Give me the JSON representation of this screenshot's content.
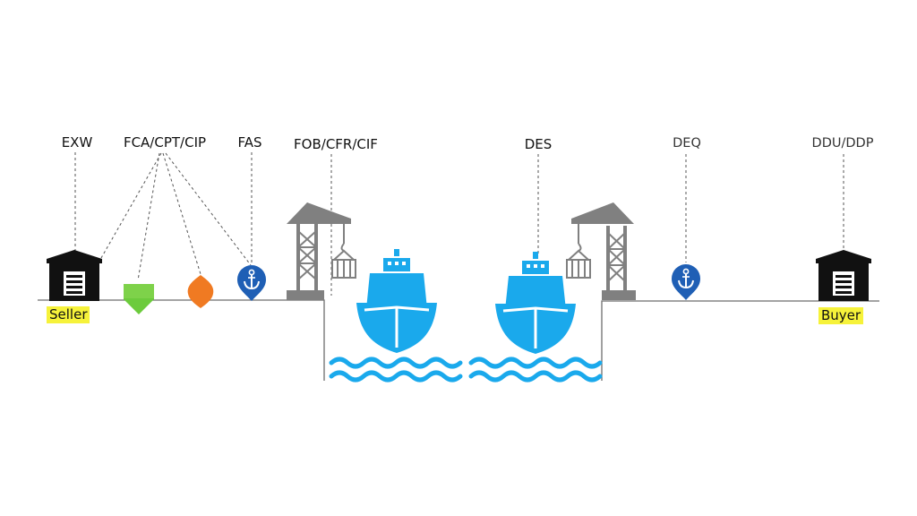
{
  "terms": {
    "exw": "EXW",
    "fca": "FCA/CPT/CIP",
    "fas": "FAS",
    "fob": "FOB/CFR/CIF",
    "des": "DES",
    "deq": "DEQ",
    "ddu": "DDU/DDP"
  },
  "parties": {
    "seller": "Seller",
    "buyer": "Buyer"
  },
  "colors": {
    "ink": "#111111",
    "crane": "#808080",
    "ship": "#1aa9ec",
    "water": "#1aa9ec",
    "pin": "#1f5fb5",
    "green_marker": "#6ccb3c",
    "orange_marker": "#f07a22",
    "highlight": "#f6f23a"
  },
  "icons": [
    "warehouse-icon",
    "green-marker-icon",
    "orange-marker-icon",
    "anchor-pin-icon",
    "port-crane-icon",
    "container-icon",
    "ship-icon",
    "waves-icon"
  ]
}
